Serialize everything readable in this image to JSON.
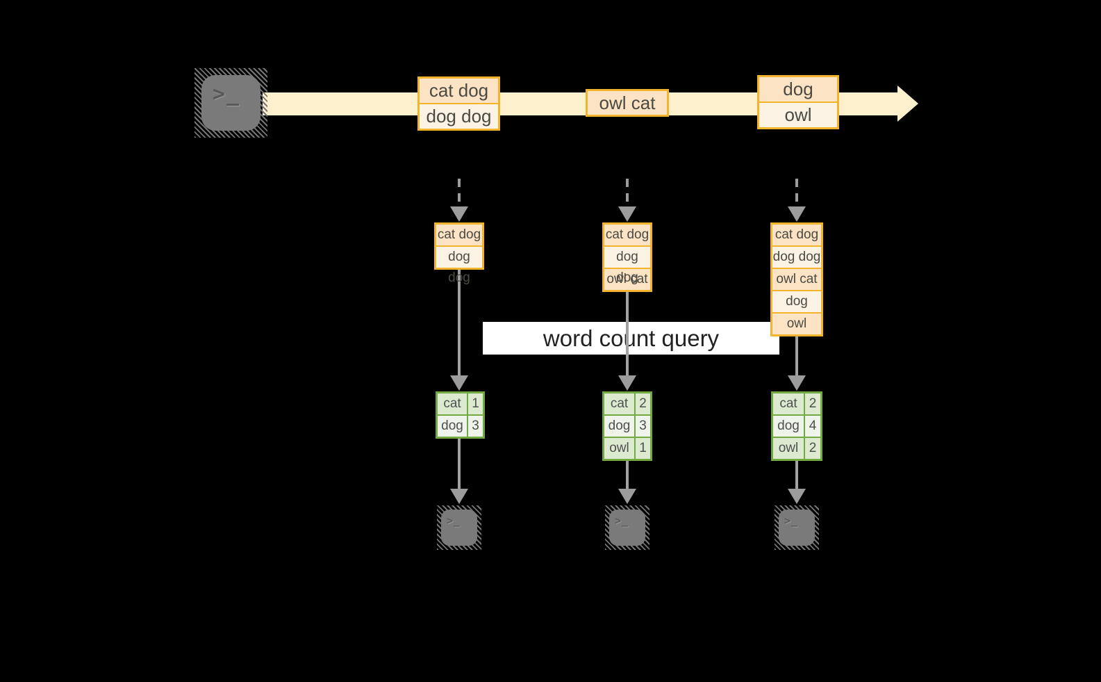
{
  "query_label": "word count query",
  "icons": {
    "producer_terminal": "terminal-icon",
    "consumer_terminal": "terminal-icon",
    "stream_arrow": "right-arrow-icon",
    "prompt_glyph": ">_"
  },
  "stream_messages": [
    {
      "rows": [
        "cat dog",
        "dog dog"
      ]
    },
    {
      "rows": [
        "owl cat"
      ]
    },
    {
      "rows": [
        "dog",
        "owl"
      ]
    }
  ],
  "pipelines": [
    {
      "buffer": [
        "cat dog",
        "dog dog"
      ],
      "counts": [
        {
          "word": "cat",
          "count": "1"
        },
        {
          "word": "dog",
          "count": "3"
        }
      ]
    },
    {
      "buffer": [
        "cat dog",
        "dog dog",
        "owl cat"
      ],
      "counts": [
        {
          "word": "cat",
          "count": "2"
        },
        {
          "word": "dog",
          "count": "3"
        },
        {
          "word": "owl",
          "count": "1"
        }
      ]
    },
    {
      "buffer": [
        "cat dog",
        "dog dog",
        "owl cat",
        "dog",
        "owl"
      ],
      "counts": [
        {
          "word": "cat",
          "count": "2"
        },
        {
          "word": "dog",
          "count": "4"
        },
        {
          "word": "owl",
          "count": "2"
        }
      ]
    }
  ],
  "colors": {
    "background": "#000000",
    "stream_band": "#fdf1cd",
    "message_border": "#f2b42c",
    "message_fill_dark": "#fbe3c4",
    "message_fill_light": "#fdf3e5",
    "table_border": "#73a942",
    "table_fill_dark": "#dcead0",
    "table_fill_light": "#eef4e9",
    "arrow_grey": "#9c9c9c",
    "terminal_grey": "#7a7a7a",
    "query_bg": "#ffffff"
  }
}
